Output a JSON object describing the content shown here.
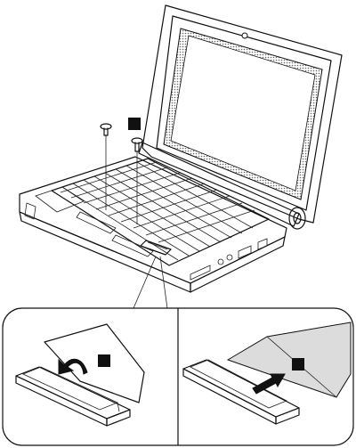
{
  "figure": {
    "step_markers": [
      {
        "id": "step-1",
        "label": ""
      },
      {
        "id": "step-2a",
        "label": ""
      },
      {
        "id": "step-2b",
        "label": ""
      }
    ],
    "icons": {
      "laptop": "laptop-illustration-icon",
      "screw": "screw-icon",
      "connector": "ribbon-cable-connector-icon",
      "arrow_lift": "curved-arrow-icon",
      "arrow_pull": "straight-arrow-icon"
    },
    "colors": {
      "line": "#111111",
      "shade": "#dcdcdc",
      "screen_texture": "#777777",
      "background": "#ffffff"
    }
  }
}
